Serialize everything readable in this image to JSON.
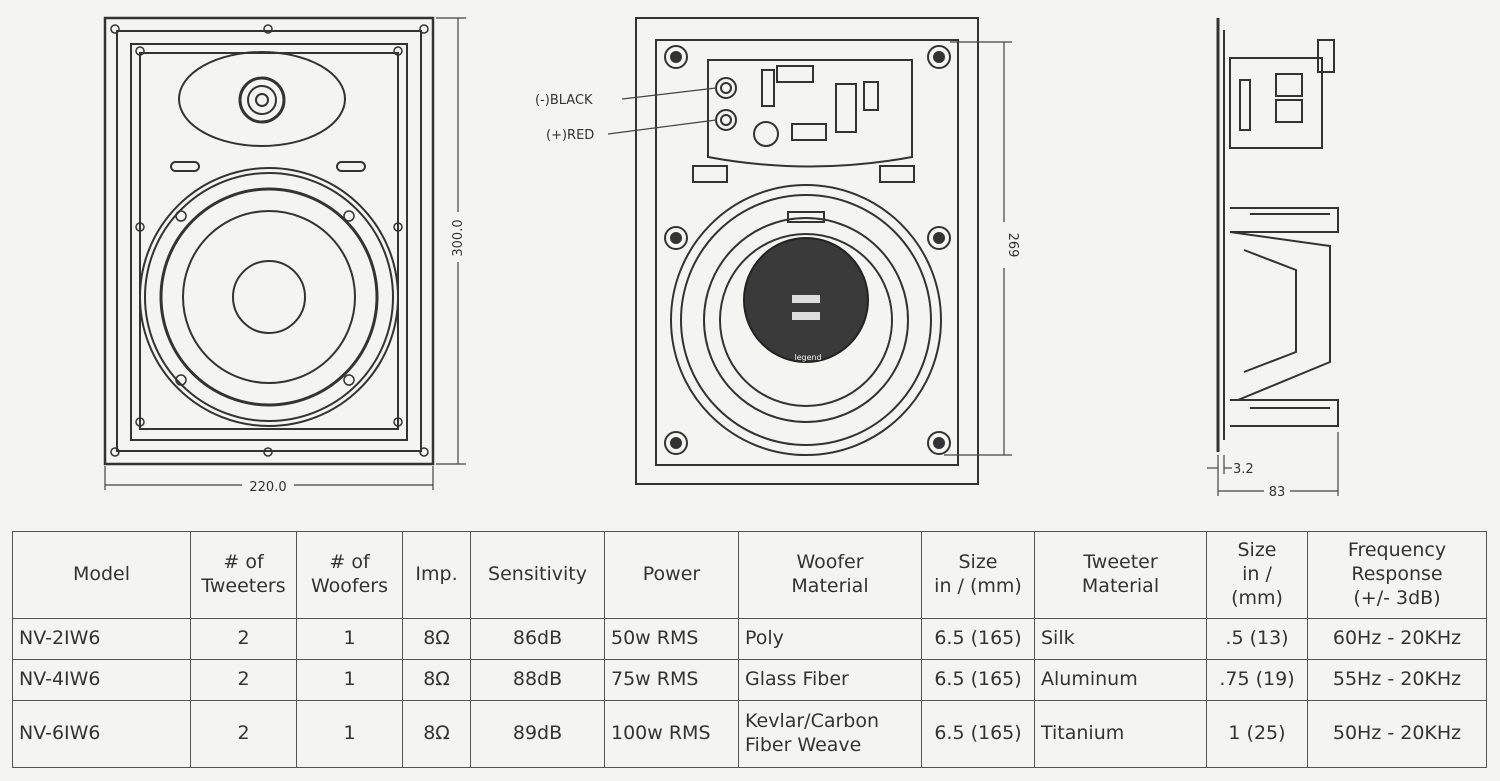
{
  "diagram": {
    "labels": {
      "black": "(-)BLACK",
      "red": "(+)RED",
      "width": "220.0",
      "height": "300.0",
      "cutout": "269",
      "flange": "3.2",
      "depth": "83",
      "brand": "legend"
    }
  },
  "table": {
    "headers": [
      [
        "Model"
      ],
      [
        "# of",
        "Tweeters"
      ],
      [
        "# of",
        "Woofers"
      ],
      [
        "Imp."
      ],
      [
        "Sensitivity"
      ],
      [
        "Power"
      ],
      [
        "Woofer",
        "Material"
      ],
      [
        "Size",
        "in / (mm)"
      ],
      [
        "Tweeter",
        "Material"
      ],
      [
        "Size",
        "in /",
        "(mm)"
      ],
      [
        "Frequency",
        "Response",
        "(+/- 3dB)"
      ]
    ],
    "rows": [
      {
        "model": "NV-2IW6",
        "tweeters": "2",
        "woofers": "1",
        "imp": "8Ω",
        "sensitivity": "86dB",
        "power": "50w RMS",
        "woofer_material": [
          "Poly"
        ],
        "woofer_size": "6.5 (165)",
        "tweeter_material": "Silk",
        "tweeter_size": ".5 (13)",
        "frequency": "60Hz - 20KHz"
      },
      {
        "model": "NV-4IW6",
        "tweeters": "2",
        "woofers": "1",
        "imp": "8Ω",
        "sensitivity": "88dB",
        "power": "75w RMS",
        "woofer_material": [
          "Glass Fiber"
        ],
        "woofer_size": "6.5 (165)",
        "tweeter_material": "Aluminum",
        "tweeter_size": ".75 (19)",
        "frequency": "55Hz - 20KHz"
      },
      {
        "model": "NV-6IW6",
        "tweeters": "2",
        "woofers": "1",
        "imp": "8Ω",
        "sensitivity": "89dB",
        "power": "100w RMS",
        "woofer_material": [
          "Kevlar/Carbon",
          "Fiber Weave"
        ],
        "woofer_size": "6.5 (165)",
        "tweeter_material": "Titanium",
        "tweeter_size": "1 (25)",
        "frequency": "50Hz - 20KHz"
      }
    ]
  }
}
